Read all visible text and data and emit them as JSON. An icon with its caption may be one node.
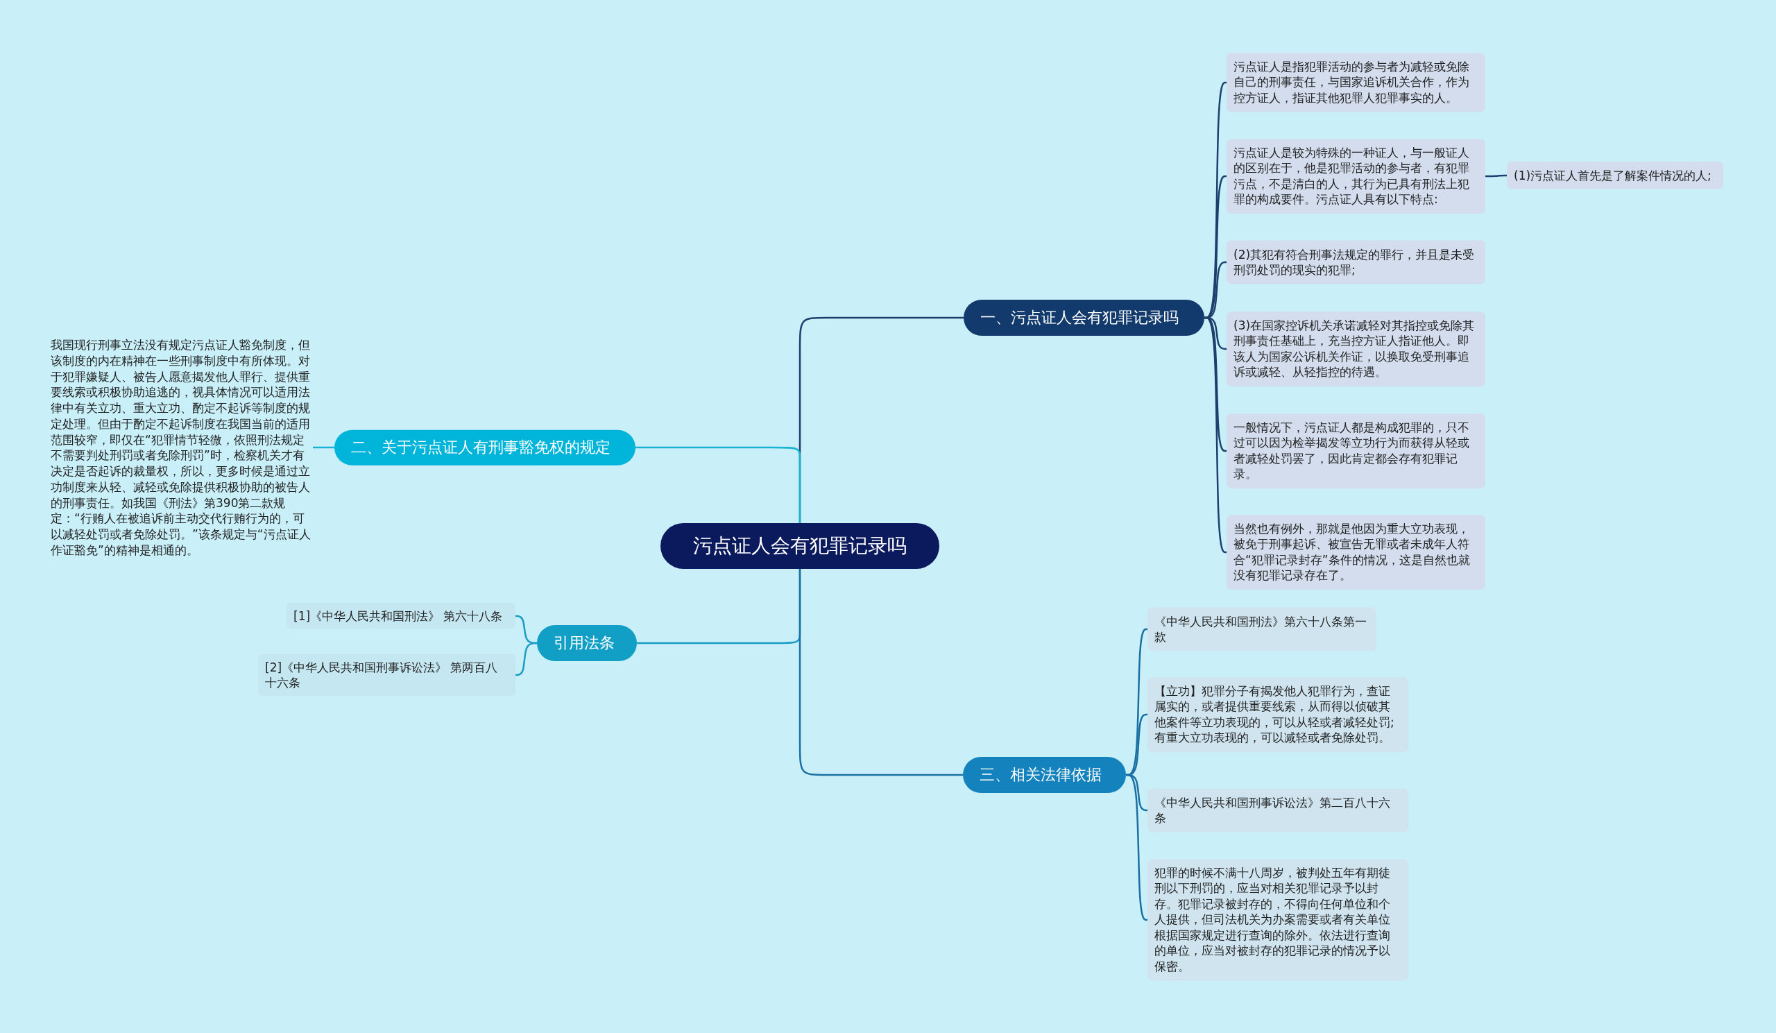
{
  "diagram": {
    "nodes": [
      {
        "text": [
          "污点证人会有犯罪记录吗"
        ]
      },
      {
        "text": [
          "一、污点证人会有犯罪记录吗"
        ]
      },
      {
        "text": [
          "污点证人是指犯罪活动的参与者为减轻或免除自己的刑事责任，与国家追诉机关合作，作为控方证人，指证其他犯罪人犯罪事实的人。"
        ]
      },
      {
        "text": [
          "污点证人是较为特殊的一种证人，与一般证人的区别在于，他是犯罪活动的参与者，有犯罪污点，不是清白的人，其行为已具有刑法上犯罪的构成要件。污点证人具有以下特点:"
        ]
      },
      {
        "text": [
          "(1)污点证人首先是了解案件情况的人;"
        ]
      },
      {
        "text": [
          "(2)其犯有符合刑事法规定的罪行，并且是未受刑罚处罚的现实的犯罪;"
        ]
      },
      {
        "text": [
          "(3)在国家控诉机关承诺减轻对其指控或免除其刑事责任基础上，充当控方证人指证他人。即该人为国家公诉机关作证，以换取免受刑事追诉或减轻、从轻指控的待遇。"
        ]
      },
      {
        "text": [
          "一般情况下，污点证人都是构成犯罪的，只不过可以因为检举揭发等立功行为而获得从轻或者减轻处罚罢了，因此肯定都会存有犯罪记录。"
        ]
      },
      {
        "text": [
          "当然也有例外，那就是他因为重大立功表现，被免于刑事起诉、被宣告无罪或者未成年人符合“犯罪记录封存”条件的情况，这是自然也就没有犯罪记录存在了。"
        ]
      },
      {
        "text": [
          "二、关于污点证人有刑事豁免权的规定"
        ]
      },
      {
        "text": [
          "我国现行刑事立法没有规定污点证人豁免制度，但该制度的内在精神在一些刑事制度中有所体现。对于犯罪嫌疑人、被告人愿意揭发他人罪行、提供重要线索或积极协助追逃的，视具体情况可以适用法律中有关立功、重大立功、酌定不起诉等制度的规定处理。但由于酌定不起诉制度在我国当前的适用范围较窄，即仅在“犯罪情节轻微，依照刑法规定不需要判处刑罚或者免除刑罚”时，检察机关才有决定是否起诉的裁量权，所以，更多时候是通过立功制度来从轻、减轻或免除提供积极协助的被告人的刑事责任。如我国《刑法》第390第二款规定：“行贿人在被追诉前主动交代行贿行为的，可以减轻处罚或者免除处罚。”该条规定与“污点证人作证豁免”的精神是相通的。"
        ]
      },
      {
        "text": [
          "引用法条"
        ]
      },
      {
        "text": [
          "[1]《中华人民共和国刑法》 第六十八条"
        ]
      },
      {
        "text": [
          "[2]《中华人民共和国刑事诉讼法》 第两百八十六条"
        ]
      },
      {
        "text": [
          "三、相关法律依据"
        ]
      },
      {
        "text": [
          "《中华人民共和国刑法》第六十八条第一款"
        ]
      },
      {
        "text": [
          "【立功】犯罪分子有揭发他人犯罪行为，查证属实的，或者提供重要线索，从而得以侦破其他案件等立功表现的，可以从轻或者减轻处罚;有重大立功表现的，可以减轻或者免除处罚。"
        ]
      },
      {
        "text": [
          "《中华人民共和国刑事诉讼法》第二百八十六条"
        ]
      },
      {
        "text": [
          "犯罪的时候不满十八周岁，被判处五年有期徒刑以下刑罚的，应当对相关犯罪记录予以封存。犯罪记录被封存的，不得向任何单位和个人提供，但司法机关为办案需要或者有关单位根据国家规定进行查询的除外。依法进行查询的单位，应当对被封存的犯罪记录的情况予以保密。"
        ]
      }
    ],
    "edges": [
      {
        "from": 0,
        "to": 1,
        "arrow": "none"
      },
      {
        "from": 0,
        "to": 9,
        "arrow": "none",
        "color": "#19b3d6"
      },
      {
        "from": 0,
        "to": 11,
        "arrow": "none",
        "color": "#1a9cc4"
      },
      {
        "from": 0,
        "to": 14,
        "arrow": "none",
        "color": "#1a6fa3"
      },
      {
        "from": 1,
        "to": 2,
        "arrow": "none"
      },
      {
        "from": 1,
        "to": 3,
        "arrow": "none"
      },
      {
        "from": 3,
        "to": 4,
        "arrow": "none"
      },
      {
        "from": 1,
        "to": 5,
        "arrow": "none"
      },
      {
        "from": 1,
        "to": 6,
        "arrow": "none"
      },
      {
        "from": 1,
        "to": 7,
        "arrow": "none"
      },
      {
        "from": 1,
        "to": 8,
        "arrow": "none"
      },
      {
        "from": 9,
        "to": 10,
        "arrow": "none",
        "color": "#19b3d6"
      },
      {
        "from": 11,
        "to": 12,
        "arrow": "none",
        "color": "#1a9cc4"
      },
      {
        "from": 11,
        "to": 13,
        "arrow": "none",
        "color": "#1a9cc4"
      },
      {
        "from": 14,
        "to": 15,
        "arrow": "none",
        "color": "#1a6fa3"
      },
      {
        "from": 14,
        "to": 16,
        "arrow": "none",
        "color": "#1a6fa3"
      },
      {
        "from": 14,
        "to": 17,
        "arrow": "none",
        "color": "#1a6fa3"
      },
      {
        "from": 14,
        "to": 18,
        "arrow": "none",
        "color": "#1a6fa3"
      }
    ]
  }
}
